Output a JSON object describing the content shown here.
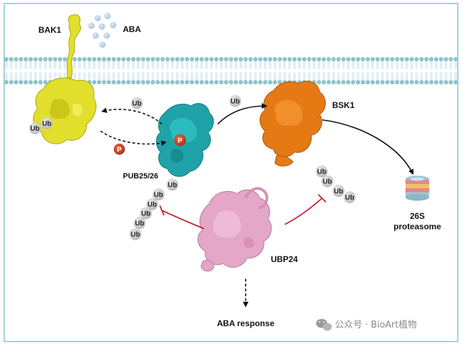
{
  "labels": {
    "bak1": "BAK1",
    "aba": "ABA",
    "pub": "PUB25/26",
    "bsk1": "BSK1",
    "proteasome_1": "26S",
    "proteasome_2": "proteasome",
    "ubp24": "UBP24",
    "aba_response": "ABA response",
    "watermark": "公众号 · BioArt植物"
  },
  "tags": {
    "ub": "Ub",
    "p": "P"
  },
  "colors": {
    "border": "#86c4d1",
    "membrane_head": "#8fc3cf",
    "bak1": "#e2df2c",
    "pub": "#1fa3a8",
    "bsk1": "#e57a14",
    "ubp24": "#e4a7c7",
    "phospho": "#c6401c",
    "ubiquitin": "#c9c9c9",
    "aba": "#a9c6e6",
    "inhibition": "#c4212b"
  }
}
